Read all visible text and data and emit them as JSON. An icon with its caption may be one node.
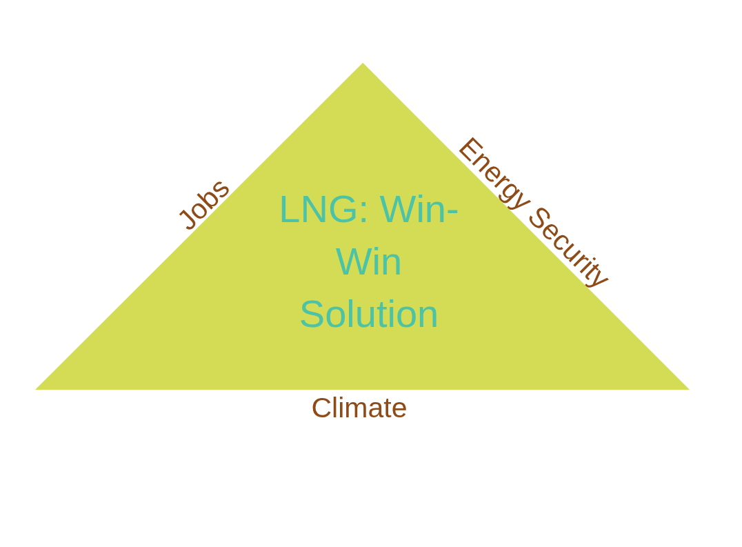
{
  "diagram": {
    "nodes": [
      {
        "text": [
          "LNG: Win-Win Solution"
        ],
        "beside": [
          "Jobs",
          "Energy Security",
          "Climate"
        ]
      }
    ]
  }
}
